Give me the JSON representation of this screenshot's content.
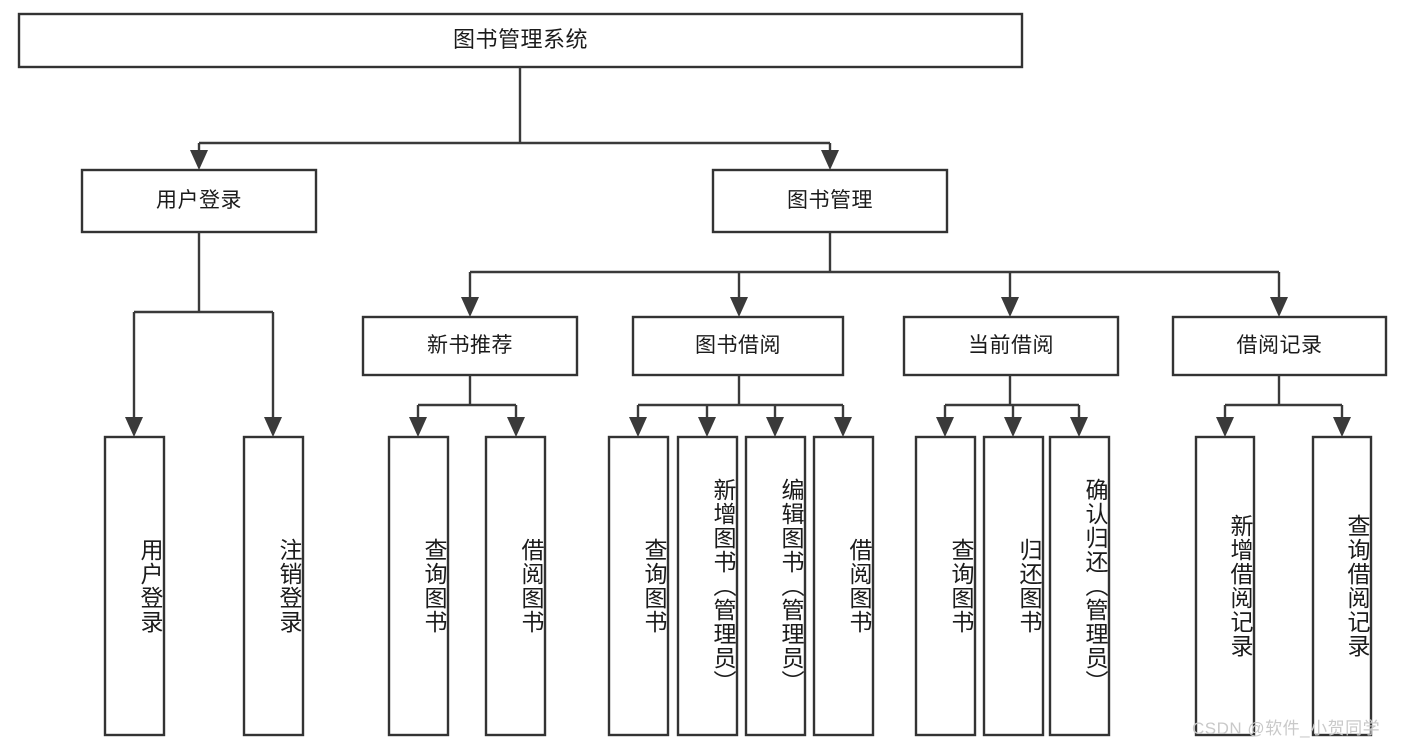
{
  "diagram": {
    "type": "tree",
    "title": "图书管理系统",
    "orientation": "top-down",
    "background_color": "#ffffff",
    "box_stroke_color": "#333333",
    "connector_color": "#3a3a3a",
    "text_color": "#1b1b1b",
    "levels": 4
  },
  "nodes": {
    "root": {
      "label": "图书管理系统"
    },
    "level2": [
      {
        "label": "用户登录"
      },
      {
        "label": "图书管理"
      }
    ],
    "level3": [
      {
        "label": "新书推荐"
      },
      {
        "label": "图书借阅"
      },
      {
        "label": "当前借阅"
      },
      {
        "label": "借阅记录"
      }
    ],
    "leaves_user_login": [
      {
        "label": "用户登录"
      },
      {
        "label": "注销登录"
      }
    ],
    "leaves_new_book": [
      {
        "label": "查询图书"
      },
      {
        "label": "借阅图书"
      }
    ],
    "leaves_borrow": [
      {
        "label": "查询图书"
      },
      {
        "label": "新增图书（管理员）"
      },
      {
        "label": "编辑图书（管理员）"
      },
      {
        "label": "借阅图书"
      }
    ],
    "leaves_current": [
      {
        "label": "查询图书"
      },
      {
        "label": "归还图书"
      },
      {
        "label": "确认归还（管理员）"
      }
    ],
    "leaves_records": [
      {
        "label": "新增借阅记录"
      },
      {
        "label": "查询借阅记录"
      }
    ]
  },
  "watermark": {
    "text": "CSDN @软件_小贺同学",
    "color": "#c9c9c9"
  }
}
